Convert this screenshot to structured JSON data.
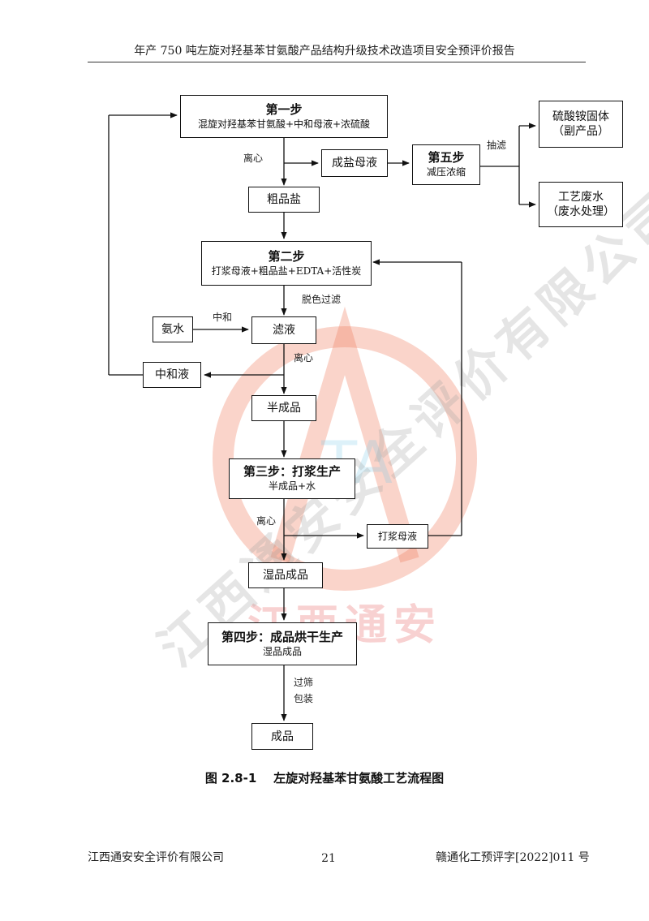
{
  "header": {
    "title": "年产 750 吨左旋对羟基苯甘氨酸产品结构升级技术改造项目安全预评价报告"
  },
  "watermark": {
    "diagonal": "江西通安安全评价有限公司",
    "red": "江西通安",
    "ta": "TA"
  },
  "nodes": {
    "step1_title": "第一步",
    "step1_sub": "混旋对羟基苯甘氨酸+中和母液+浓硫酸",
    "salt_mother_liquor": "成盐母液",
    "step5_title": "第五步",
    "step5_sub": "减压浓缩",
    "ammonium_sulfate_line1": "硫酸铵固体",
    "ammonium_sulfate_line2": "（副产品）",
    "wastewater_line1": "工艺废水",
    "wastewater_line2": "（废水处理）",
    "crude_salt": "粗品盐",
    "step2_title": "第二步",
    "step2_sub": "打浆母液+粗品盐+EDTA+活性炭",
    "ammonia": "氨水",
    "filtrate": "滤液",
    "neutral_liquor": "中和液",
    "semi_product": "半成品",
    "step3_title": "第三步：打浆生产",
    "step3_sub": "半成品+水",
    "slurry_mother_liquor": "打浆母液",
    "wet_product": "湿品成品",
    "step4_title": "第四步：成品烘干生产",
    "step4_sub": "湿品成品",
    "final_product": "成品"
  },
  "labels": {
    "centrifuge1": "离心",
    "suction_filter": "抽滤",
    "decolor_filter": "脱色过滤",
    "neutralize": "中和",
    "centrifuge2": "离心",
    "centrifuge3": "离心",
    "sieve": "过筛",
    "pack": "包装"
  },
  "caption": "图 2.8-1    左旋对羟基苯甘氨酸工艺流程图",
  "footer": {
    "company": "江西通安安全评价有限公司",
    "page": "21",
    "report_no": "赣通化工预评字[2022]011 号"
  }
}
